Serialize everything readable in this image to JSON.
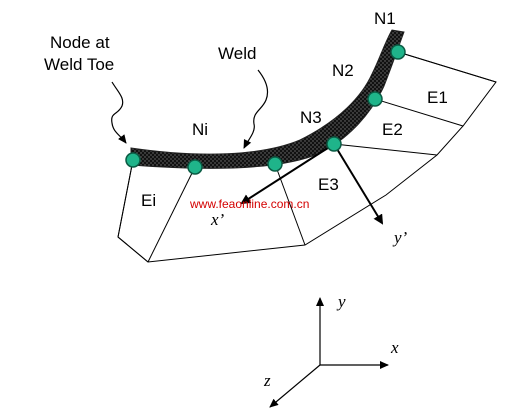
{
  "labels": {
    "node_at_weld_toe_line1": "Node at",
    "node_at_weld_toe_line2": "Weld Toe",
    "weld": "Weld",
    "n1": "N1",
    "n2": "N2",
    "n3": "N3",
    "ni": "Ni",
    "e1": "E1",
    "e2": "E2",
    "e3": "E3",
    "ei": "Ei",
    "x_prime": "x’",
    "y_prime": "y’",
    "axis_x": "x",
    "axis_y": "y",
    "axis_z": "z",
    "watermark": "www.feaonline.com.cn"
  },
  "colors": {
    "node_fill": "#1fb48a",
    "watermark": "#d40000",
    "weld": "#222222"
  }
}
